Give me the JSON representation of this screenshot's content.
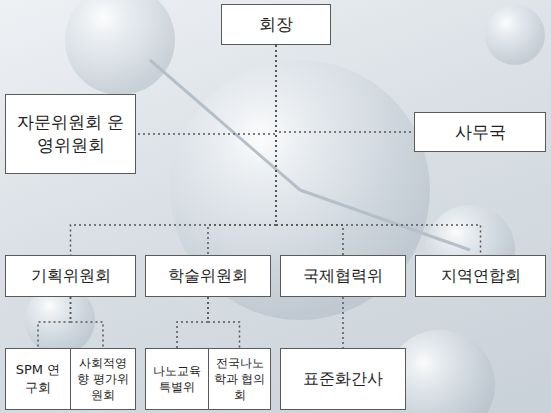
{
  "diagram": {
    "nodes": [
      {
        "text": [
          "회장"
        ]
      },
      {
        "text": [
          "자문위원회 운영위원회"
        ]
      },
      {
        "text": [
          "사무국"
        ]
      },
      {
        "text": [
          "기획위원회"
        ]
      },
      {
        "text": [
          "학술위원회"
        ]
      },
      {
        "text": [
          "국제협력위"
        ]
      },
      {
        "text": [
          "지역연합회"
        ]
      },
      {
        "text": [
          "SPM 연구회"
        ]
      },
      {
        "text": [
          "사회적영향 평가위원회"
        ]
      },
      {
        "text": [
          "나노교육 특별위"
        ]
      },
      {
        "text": [
          "전국나노학과 협의회"
        ]
      },
      {
        "text": [
          "표준화간사"
        ]
      }
    ],
    "edges": [
      {
        "from": 0,
        "to": 1,
        "arrow": "none"
      },
      {
        "from": 0,
        "to": 2,
        "arrow": "none"
      },
      {
        "from": 0,
        "to": 3,
        "arrow": "none"
      },
      {
        "from": 0,
        "to": 4,
        "arrow": "none"
      },
      {
        "from": 0,
        "to": 5,
        "arrow": "none"
      },
      {
        "from": 0,
        "to": 6,
        "arrow": "none"
      },
      {
        "from": 3,
        "to": 7,
        "arrow": "none"
      },
      {
        "from": 3,
        "to": 8,
        "arrow": "none"
      },
      {
        "from": 4,
        "to": 9,
        "arrow": "none"
      },
      {
        "from": 4,
        "to": 10,
        "arrow": "none"
      },
      {
        "from": 5,
        "to": 11,
        "arrow": "none"
      }
    ]
  }
}
